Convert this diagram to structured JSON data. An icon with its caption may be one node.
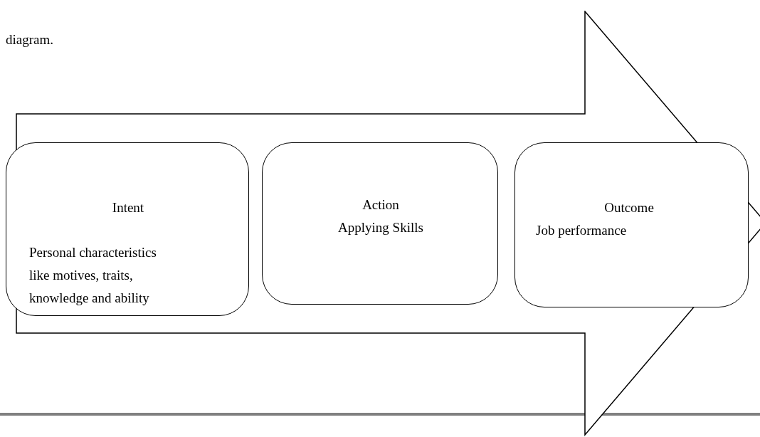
{
  "diagram": {
    "nodes": [
      {
        "text": [],
        "shape": "arrow"
      },
      {
        "text": [
          "Intent",
          "Personal characteristics like motives, traits, knowledge and ability"
        ],
        "in": 0
      },
      {
        "text": [
          "Action",
          "Applying Skills"
        ],
        "in": 0
      },
      {
        "text": [
          "Outcome",
          "Job performance"
        ],
        "in": 0
      }
    ],
    "labels": [
      "diagram."
    ]
  }
}
